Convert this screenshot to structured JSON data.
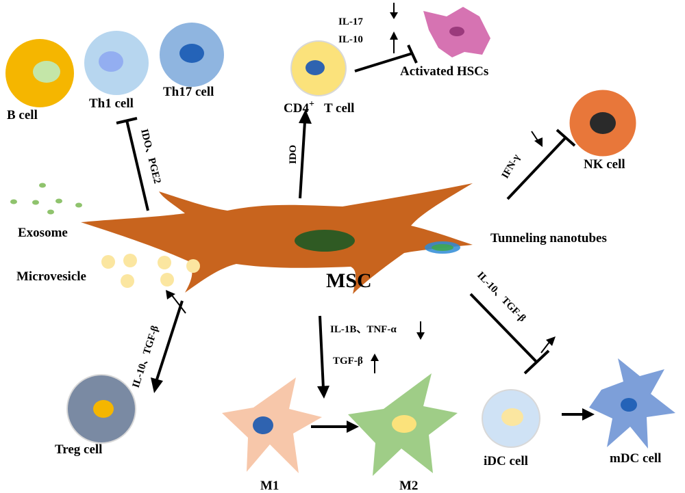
{
  "center": {
    "label": "MSC"
  },
  "cells": {
    "b_cell": "B cell",
    "th1_cell": "Th1 cell",
    "th17_cell": "Th17 cell",
    "cd4_t_cell": "CD4",
    "cd4_sup": "+",
    "cd4_suffix": "T cell",
    "activated_hscs": "Activated HSCs",
    "nk_cell": "NK cell",
    "treg_cell": "Treg cell",
    "m1": "M1",
    "m2": "M2",
    "idc_cell": "iDC cell",
    "mdc_cell": "mDC cell"
  },
  "vesicles": {
    "exosome": "Exosome",
    "microvesicle": "Microvesicle",
    "tunneling_nanotubes": "Tunneling nanotubes"
  },
  "mediators": {
    "th_pathway": "IDO、PGE2",
    "cd4_pathway": "IDO",
    "il17": "IL-17",
    "il10_top": "IL-10",
    "ifn": "IFN-γ",
    "idc_pathway": "IL-10、TGF-β",
    "macrophage_down": "IL-1B、TNF-α",
    "macrophage_up": "TGF-β",
    "treg_pathway": "IL-10、TGF-β"
  },
  "colors": {
    "msc_body": "#c8641e",
    "msc_nucleus": "#2f5a23",
    "b_cell": "#f5b600",
    "th1_cell": "#b7d6ef",
    "th17_cell": "#8fb5e0",
    "cd4_cell": "#fbe27b",
    "nucleus_blue": "#2f63b0",
    "hsc": "#d673b2",
    "nk_cell": "#e8773a",
    "treg_cell": "#7a8aa3",
    "m1": "#f7c7aa",
    "m2": "#9fcd87",
    "idc_cell": "#cfe2f5",
    "mdc_cell": "#7d9fd9",
    "exosome": "#8fc36d",
    "microvesicle": "#fbe6a0"
  }
}
